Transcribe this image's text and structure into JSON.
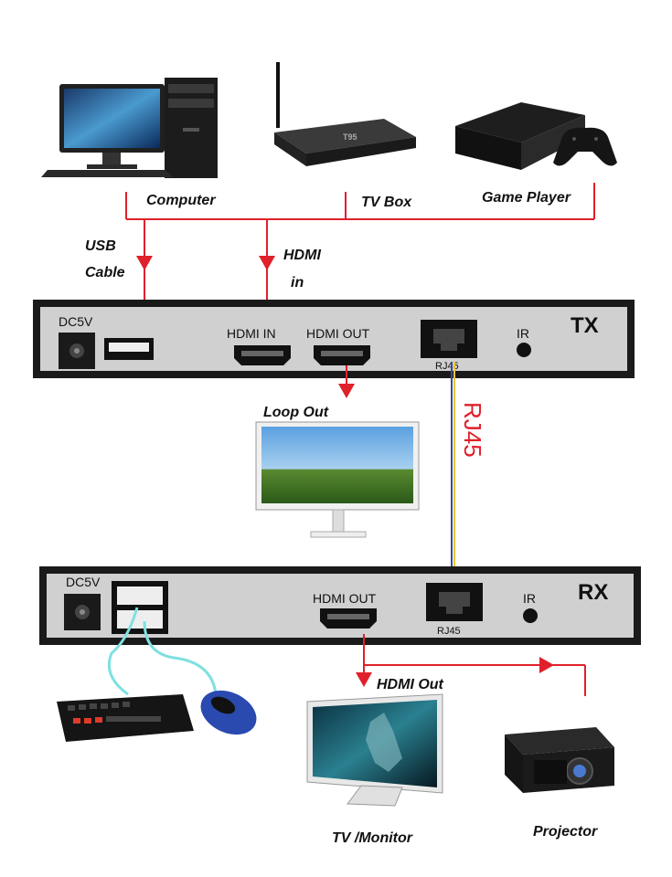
{
  "sources": {
    "computer": "Computer",
    "tvbox": "TV Box",
    "game": "Game Player",
    "tvbox_brand": "T95"
  },
  "links": {
    "usb_line1": "USB",
    "usb_line2": "Cable",
    "hdmi_line1": "HDMI",
    "hdmi_line2": "in",
    "loop_out": "Loop Out",
    "rj45_cable": "RJ45",
    "hdmi_out": "HDMI Out"
  },
  "tx": {
    "title": "TX",
    "dc": "DC5V",
    "hdmi_in": "HDMI IN",
    "hdmi_out": "HDMI OUT",
    "rj45": "RJ45",
    "ir": "IR"
  },
  "rx": {
    "title": "RX",
    "dc": "DC5V",
    "hdmi_out": "HDMI OUT",
    "rj45": "RJ45",
    "ir": "IR"
  },
  "outputs": {
    "tv": "TV /Monitor",
    "projector": "Projector"
  },
  "colors": {
    "arrow": "#e0202a",
    "panel": "#d0d0d0",
    "frame": "#1a1a1a",
    "cable_blue": "#3a4a9a",
    "cable_yellow": "#e8c830",
    "usb_cable": "#7fe0e0"
  }
}
